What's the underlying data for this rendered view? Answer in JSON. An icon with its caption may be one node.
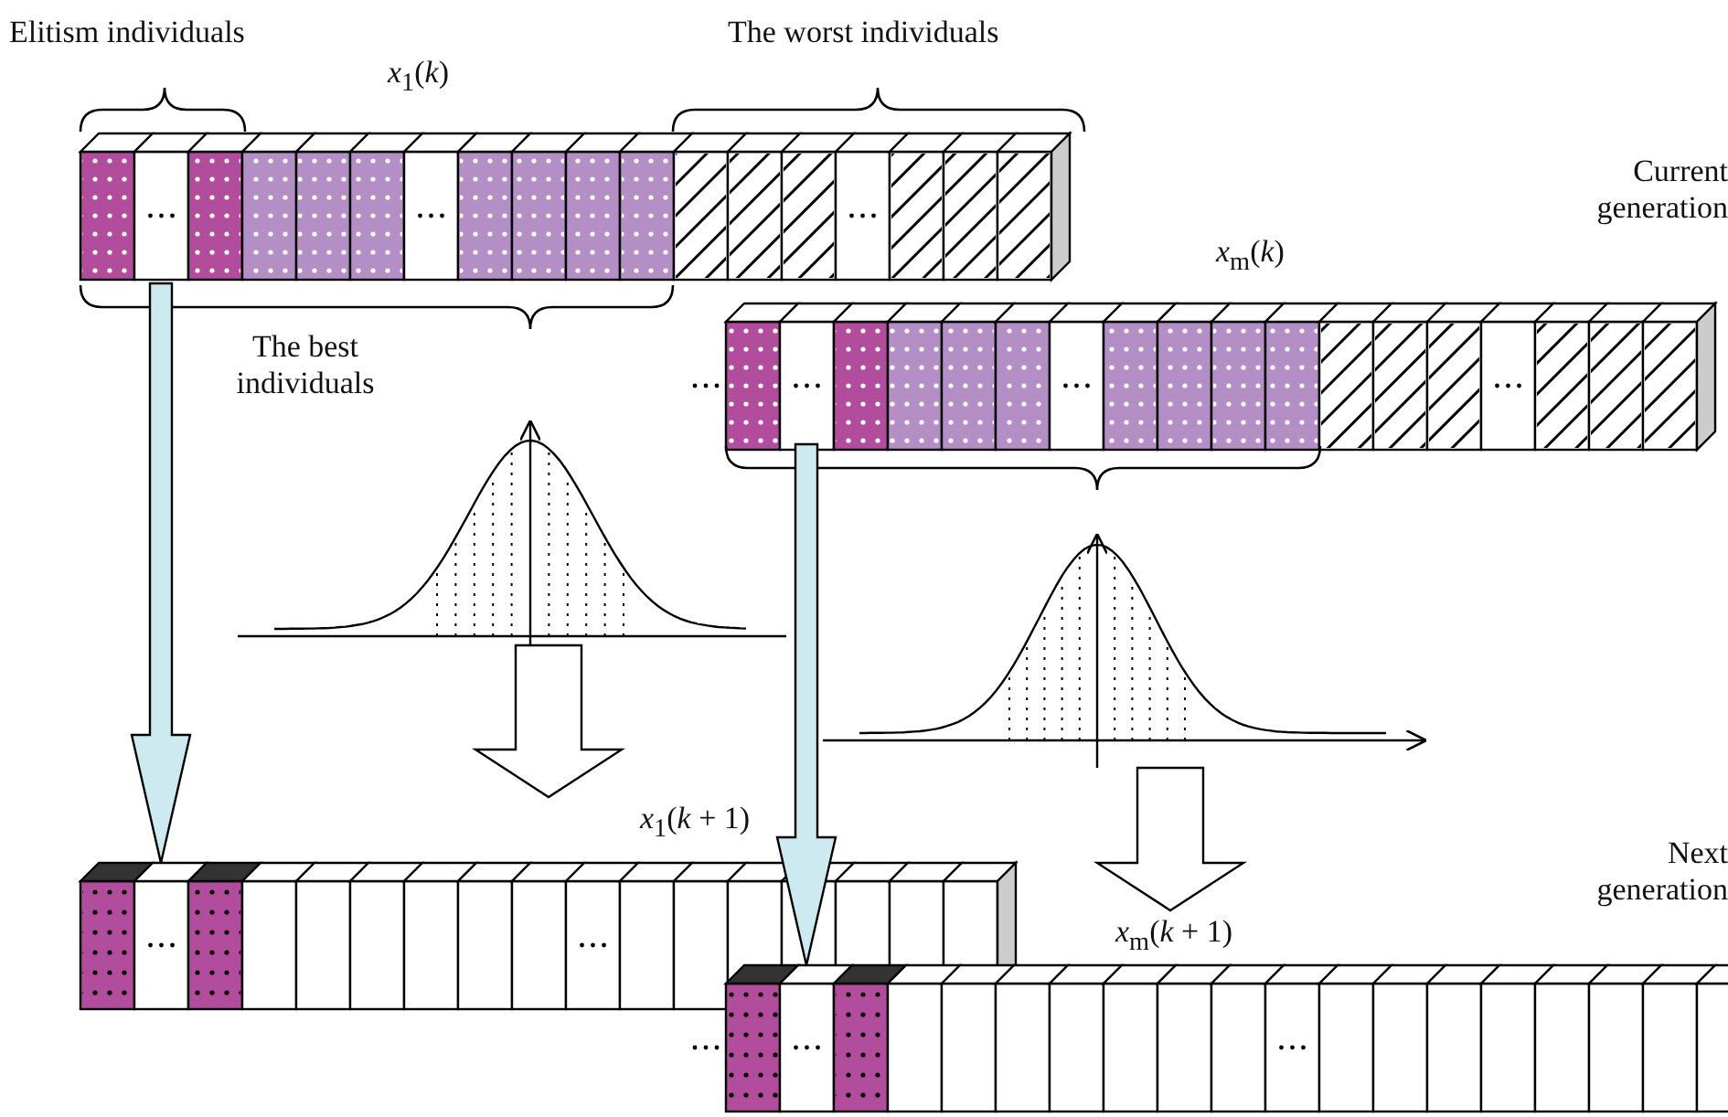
{
  "diagram": {
    "nodes": [
      {
        "text": [
          "*x*$_{1}$(*k*)"
        ]
      },
      {
        "text": [
          "*x*$_{m}$(*k*)"
        ],
        "beside": [
          "Current generation"
        ]
      },
      {
        "text": [],
        "shape": "picture"
      },
      {
        "text": [],
        "shape": "picture"
      },
      {
        "text": [
          "*x*$_{1}$(*k* + 1)"
        ]
      },
      {
        "text": [
          "*x*$_{m}$(*k* + 1)"
        ],
        "beside": [
          "Next generation"
        ]
      }
    ],
    "edges": [
      {
        "from": 0,
        "to": 4,
        "arrow": "to",
        "style": "thick",
        "color": "#cdeaf0"
      },
      {
        "from": 1,
        "to": 5,
        "arrow": "to",
        "style": "thick",
        "color": "#cdeaf0"
      },
      {
        "from": 2,
        "to": 4,
        "arrow": "to"
      },
      {
        "from": 3,
        "to": 5,
        "arrow": "to"
      }
    ],
    "labels": [
      "Elitism individuals",
      "The worst individuals",
      "The best individuals"
    ]
  }
}
